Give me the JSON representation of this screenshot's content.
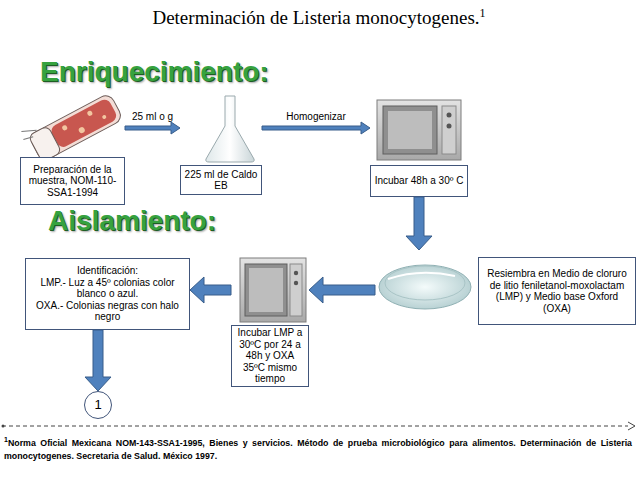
{
  "diagram": {
    "title": "Determinación de Listeria monocytogenes.",
    "nodes": [
      {
        "text": [
          "Preparación de la muestra, NOM-110-SSA1-1994"
        ]
      },
      {
        "text": [
          "225 ml de Caldo EB"
        ]
      },
      {
        "text": [
          "Incubar 48h a 30º C"
        ]
      },
      {
        "text": [
          "Resiembra en Medio de cloruro de litio feniletanol-moxolactam (LMP) y Medio base Oxford (OXA)"
        ]
      },
      {
        "text": [
          "Incubar LMP a 30ºC por 24 a 48h y OXA 35ºC mismo tiempo"
        ]
      },
      {
        "text": [
          "Identificación:",
          "LMP.- Luz a 45º colonias color blanco o azul.",
          "OXA.- Colonias negras con halo negro"
        ]
      },
      {
        "text": [
          "1"
        ]
      }
    ],
    "edges": [
      {
        "from": 0,
        "to": 1,
        "arrow": "to",
        "label": "25 ml o g"
      },
      {
        "from": 1,
        "to": 2,
        "arrow": "to",
        "label": "Homogenizar"
      },
      {
        "from": 2,
        "to": 3,
        "arrow": "to"
      },
      {
        "from": 3,
        "to": 4,
        "arrow": "to"
      },
      {
        "from": 4,
        "to": 5,
        "arrow": "to"
      },
      {
        "from": 5,
        "to": 6,
        "arrow": "to"
      }
    ],
    "labels": [
      "1",
      "Enriquecimiento:",
      "Aislamiento:",
      "1",
      "Norma Oficial Mexicana NOM-143-SSA1-1995, Bienes y servicios. Método de prueba microbiológico para alimentos. Determinación de Listeria monocytogenes. Secretaria de Salud. México 1997."
    ]
  }
}
